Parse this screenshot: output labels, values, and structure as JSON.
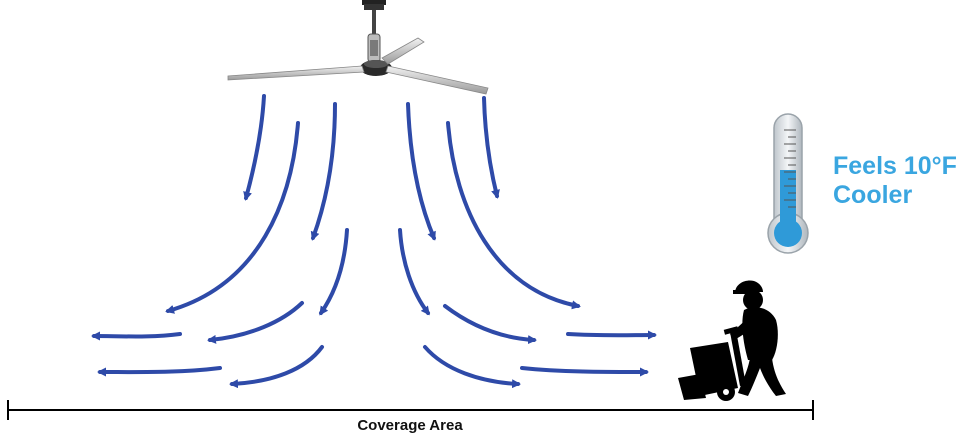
{
  "callout": {
    "line1": "Feels 10°F",
    "line2": "Cooler",
    "color": "#3aa6e0"
  },
  "coverage": {
    "label": "Coverage Area"
  },
  "colors": {
    "arrow": "#2e4aa8",
    "arrow_dark": "#1d2f78",
    "thermometer_fill": "#2f9ad8",
    "silhouette": "#000000"
  },
  "icons": [
    "ceiling-fan-icon",
    "thermometer-icon",
    "worker-hand-truck-icon"
  ]
}
